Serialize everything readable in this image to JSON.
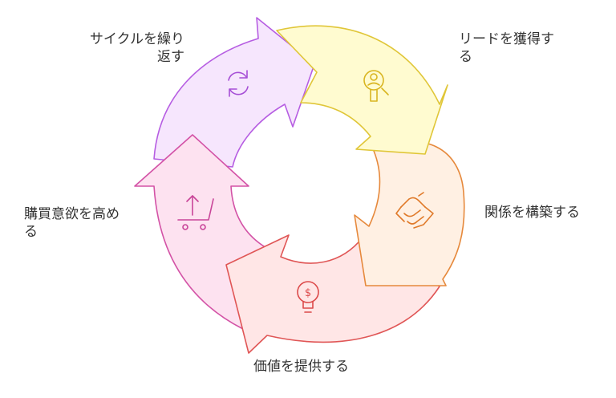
{
  "steps": [
    {
      "label": "リードを獲得す\nる",
      "icon": "lead-person-icon",
      "fill": "#fffbd0",
      "stroke": "#e0c638"
    },
    {
      "label": "関係を構築する",
      "icon": "handshake-icon",
      "fill": "#fff0e3",
      "stroke": "#e6893c"
    },
    {
      "label": "価値を提供する",
      "icon": "lightbulb-dollar-icon",
      "fill": "#ffe6e6",
      "stroke": "#e05656"
    },
    {
      "label": "購買意欲を高め\nる",
      "icon": "cart-upward-icon",
      "fill": "#fde2f0",
      "stroke": "#d352a6"
    },
    {
      "label": "サイクルを繰り\n返す",
      "icon": "refresh-cycle-icon",
      "fill": "#f6e6fd",
      "stroke": "#b65de2"
    }
  ]
}
